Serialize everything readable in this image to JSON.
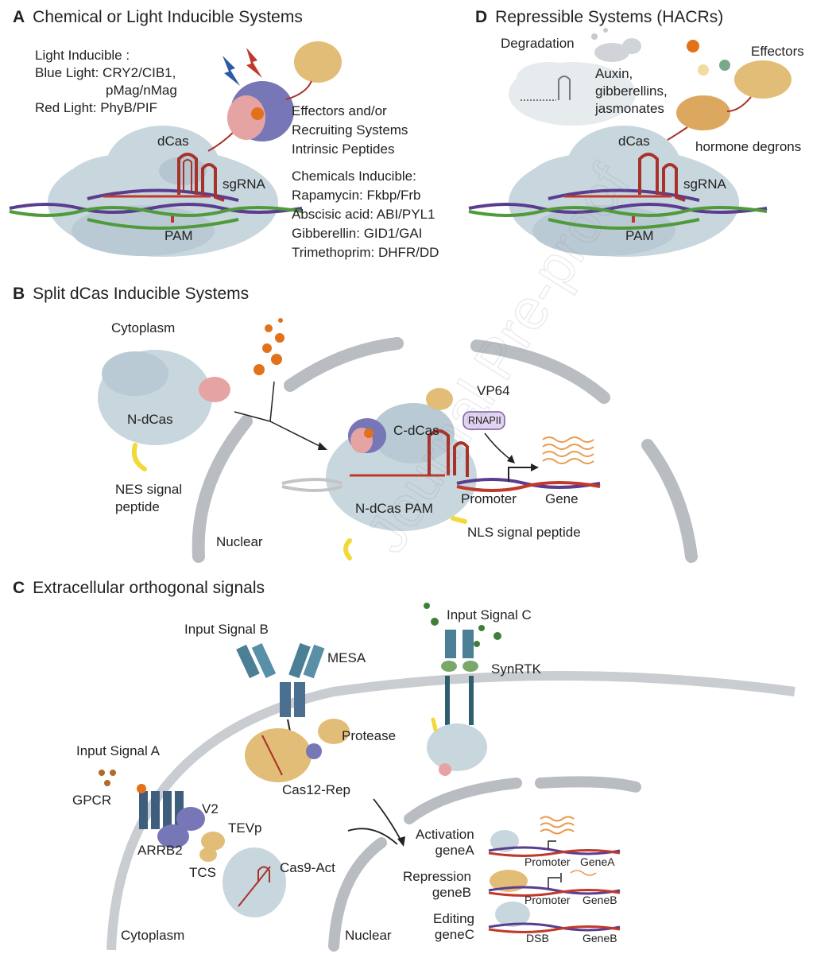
{
  "colors": {
    "cas_body": "#c8d6de",
    "cas_shadow": "#aebfca",
    "dna_purple": "#5a3d8f",
    "dna_green": "#4f9a3a",
    "rna_red": "#a8322a",
    "effector_tan": "#e2bd78",
    "receptor_pink": "#e6a3a3",
    "protein_blue": "#7777b8",
    "ligand_orange": "#e2711a",
    "membrane_gray": "#c9ccd0",
    "nuclear_gray": "#b9bdc2",
    "nls_yellow": "#f2d93a",
    "signal_green": "#3f7f3a",
    "receptor_teal": "#4a7f95"
  },
  "panelA": {
    "letter": "A",
    "title": "Chemical or Light Inducible Systems",
    "light_header": "Light Inducible :",
    "light_line1": "Blue Light: CRY2/CIB1,",
    "light_line2": "pMag/nMag",
    "light_line3": "Red Light: PhyB/PIF",
    "effectors": "Effectors and/or\nRecruiting Systems\nIntrinsic Peptides",
    "dcas": "dCas",
    "sgrna": "sgRNA",
    "pam": "PAM",
    "chem_header": "Chemicals Inducible:",
    "chem_line1": "Rapamycin: Fkbp/Frb",
    "chem_line2": "Abscisic acid: ABI/PYL1",
    "chem_line3": "Gibberellin: GID1/GAI",
    "chem_line4": "Trimethoprim: DHFR/DD"
  },
  "panelD": {
    "letter": "D",
    "title": "Repressible Systems (HACRs)",
    "degradation": "Degradation",
    "auxin": "Auxin,\ngibberellins,\njasmonates",
    "effectors": "Effectors",
    "hormone": "hormone degrons",
    "dcas": "dCas",
    "sgrna": "sgRNA",
    "pam": "PAM"
  },
  "panelB": {
    "letter": "B",
    "title": "Split dCas Inducible Systems",
    "cytoplasm": "Cytoplasm",
    "ndcas": "N-dCas",
    "nes": "NES signal\npeptide",
    "nuclear": "Nuclear",
    "vp64": "VP64",
    "cdcas": "C-dCas",
    "rnapii": "RNAPII",
    "ndcas_pam": "N-dCas PAM",
    "promoter": "Promoter",
    "gene": "Gene",
    "nls": "NLS signal peptide"
  },
  "panelC": {
    "letter": "C",
    "title": "Extracellular orthogonal signals",
    "input_b": "Input Signal B",
    "mesa": "MESA",
    "input_c": "Input Signal C",
    "synrtk": "SynRTK",
    "protease": "Protease",
    "input_a": "Input Signal A",
    "cas12rep": "Cas12-Rep",
    "gpcr": "GPCR",
    "v2": "V2",
    "tevp": "TEVp",
    "arrb2": "ARRB2",
    "tcs": "TCS",
    "cas9act": "Cas9-Act",
    "cytoplasm": "Cytoplasm",
    "nuclear": "Nuclear",
    "activation": "Activation\ngeneA",
    "repression": "Repression\ngeneB",
    "editing": "Editing\ngeneC",
    "promoter1": "Promoter",
    "genea": "GeneA",
    "promoter2": "Promoter",
    "geneb1": "GeneB",
    "dsb": "DSB",
    "geneb2": "GeneB"
  },
  "watermark": "Journal Pre-proof"
}
